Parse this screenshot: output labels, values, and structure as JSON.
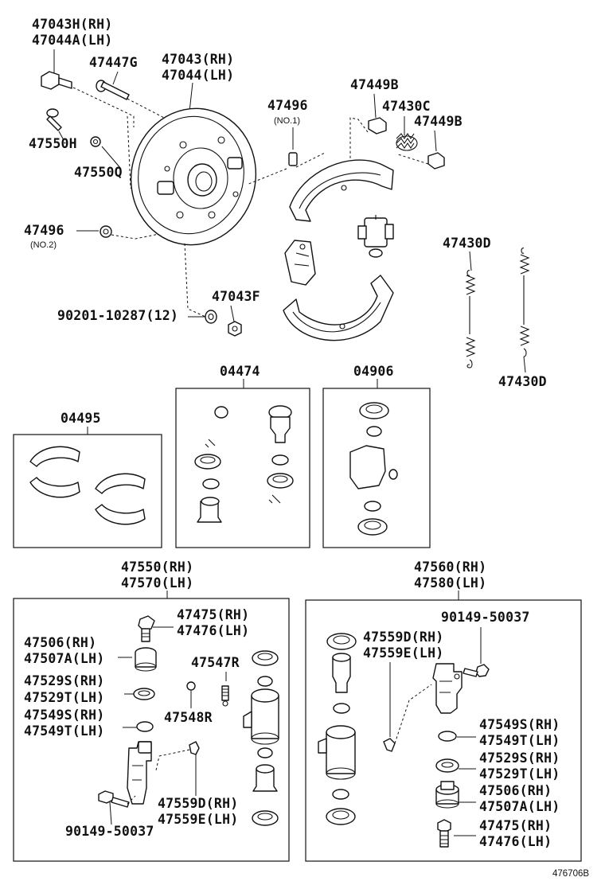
{
  "diagram_id": "476706B",
  "top_labels": {
    "backing_plate_bolt": [
      "47043H(RH)",
      "47044A(LH)"
    ],
    "pin": "47447G",
    "backing_plate": [
      "47043(RH)",
      "47044(LH)"
    ],
    "shoe_hold_pin": "47496",
    "shoe_hold_pin_no": "(NO.1)",
    "cup_b_upper": "47449B",
    "spring_c": "47430C",
    "cup_b_lower": "47449B",
    "bolt_h": "47550H",
    "plug_q": "47550Q",
    "hold_pin_2": "47496",
    "hold_pin_2_no": "(NO.2)",
    "spring_d_upper": "47430D",
    "spring_d_lower": "47430D",
    "nut_f": "47043F",
    "nut_std": "90201-10287(12)"
  },
  "kits": {
    "shoe_kit": "04495",
    "cylinder_kit": "04474",
    "cup_kit": "04906"
  },
  "left_assembly": {
    "title": [
      "47550(RH)",
      "47570(LH)"
    ],
    "labels": {
      "bleeder": [
        "47475(RH)",
        "47476(LH)"
      ],
      "piston": [
        "47506(RH)",
        "47507A(LH)"
      ],
      "cup": [
        "47529S(RH)",
        "47529T(LH)"
      ],
      "boot_small": [
        "47549S(RH)",
        "47549T(LH)"
      ],
      "screw_r": "47547R",
      "spring_r": "47548R",
      "clip": [
        "47559D(RH)",
        "47559E(LH)"
      ],
      "bolt": "90149-50037"
    }
  },
  "right_assembly": {
    "title": [
      "47560(RH)",
      "47580(LH)"
    ],
    "labels": {
      "bolt": "90149-50037",
      "clip": [
        "47559D(RH)",
        "47559E(LH)"
      ],
      "boot_small": [
        "47549S(RH)",
        "47549T(LH)"
      ],
      "cup": [
        "47529S(RH)",
        "47529T(LH)"
      ],
      "piston": [
        "47506(RH)",
        "47507A(LH)"
      ],
      "bleeder": [
        "47475(RH)",
        "47476(LH)"
      ]
    }
  }
}
